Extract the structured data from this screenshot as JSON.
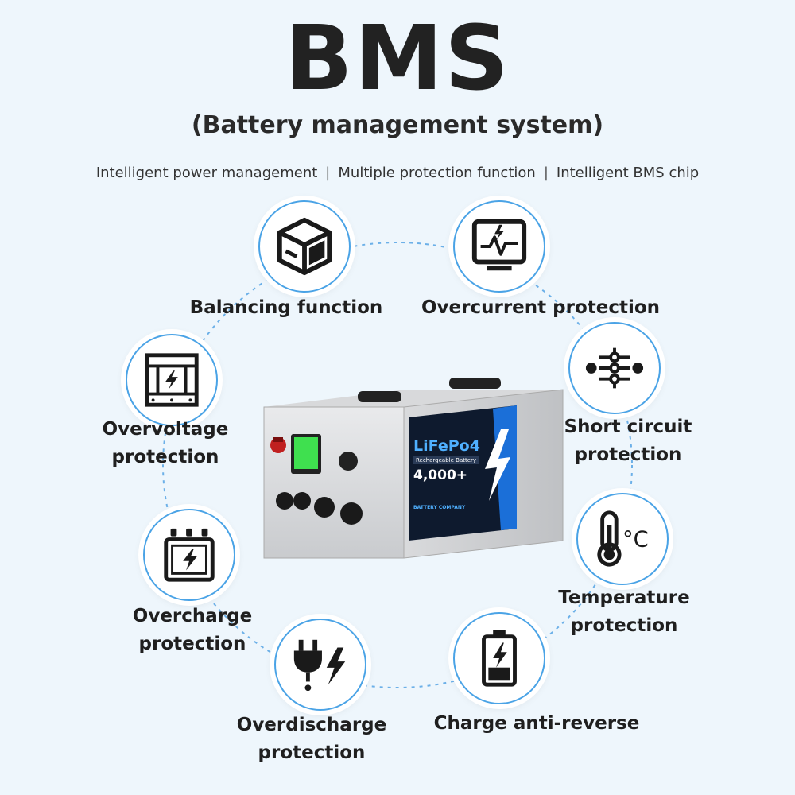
{
  "header": {
    "title": "BMS",
    "subtitle": "(Battery management system)"
  },
  "taglines": [
    "Intelligent power management",
    "Multiple protection function",
    "Intelligent BMS chip"
  ],
  "features": [
    {
      "label": "Balancing function",
      "icon": "cube-balance-icon"
    },
    {
      "label": "Overcurrent protection",
      "icon": "monitor-pulse-icon"
    },
    {
      "label_line1": "Overvoltage",
      "label_line2": "protection",
      "icon": "voltage-panel-icon"
    },
    {
      "label_line1": "Short circuit",
      "label_line2": "protection",
      "icon": "circuit-sliders-icon"
    },
    {
      "label_line1": "Overcharge",
      "label_line2": "protection",
      "icon": "charge-box-icon"
    },
    {
      "label_line1": "Temperature",
      "label_line2": "protection",
      "icon": "thermometer-celsius-icon",
      "unit": "°C"
    },
    {
      "label_line1": "Overdischarge",
      "label_line2": "protection",
      "icon": "plug-lightning-icon"
    },
    {
      "label": "Charge anti-reverse",
      "icon": "battery-bolt-icon"
    }
  ],
  "battery": {
    "brand_label": "LiFePo4",
    "sub_label": "Rechargeable Battery",
    "cycles": "4,000+",
    "company": "BATTERY COMPANY"
  },
  "colors": {
    "background": "#eef6fc",
    "accent": "#4aa3e6",
    "text": "#222222"
  }
}
